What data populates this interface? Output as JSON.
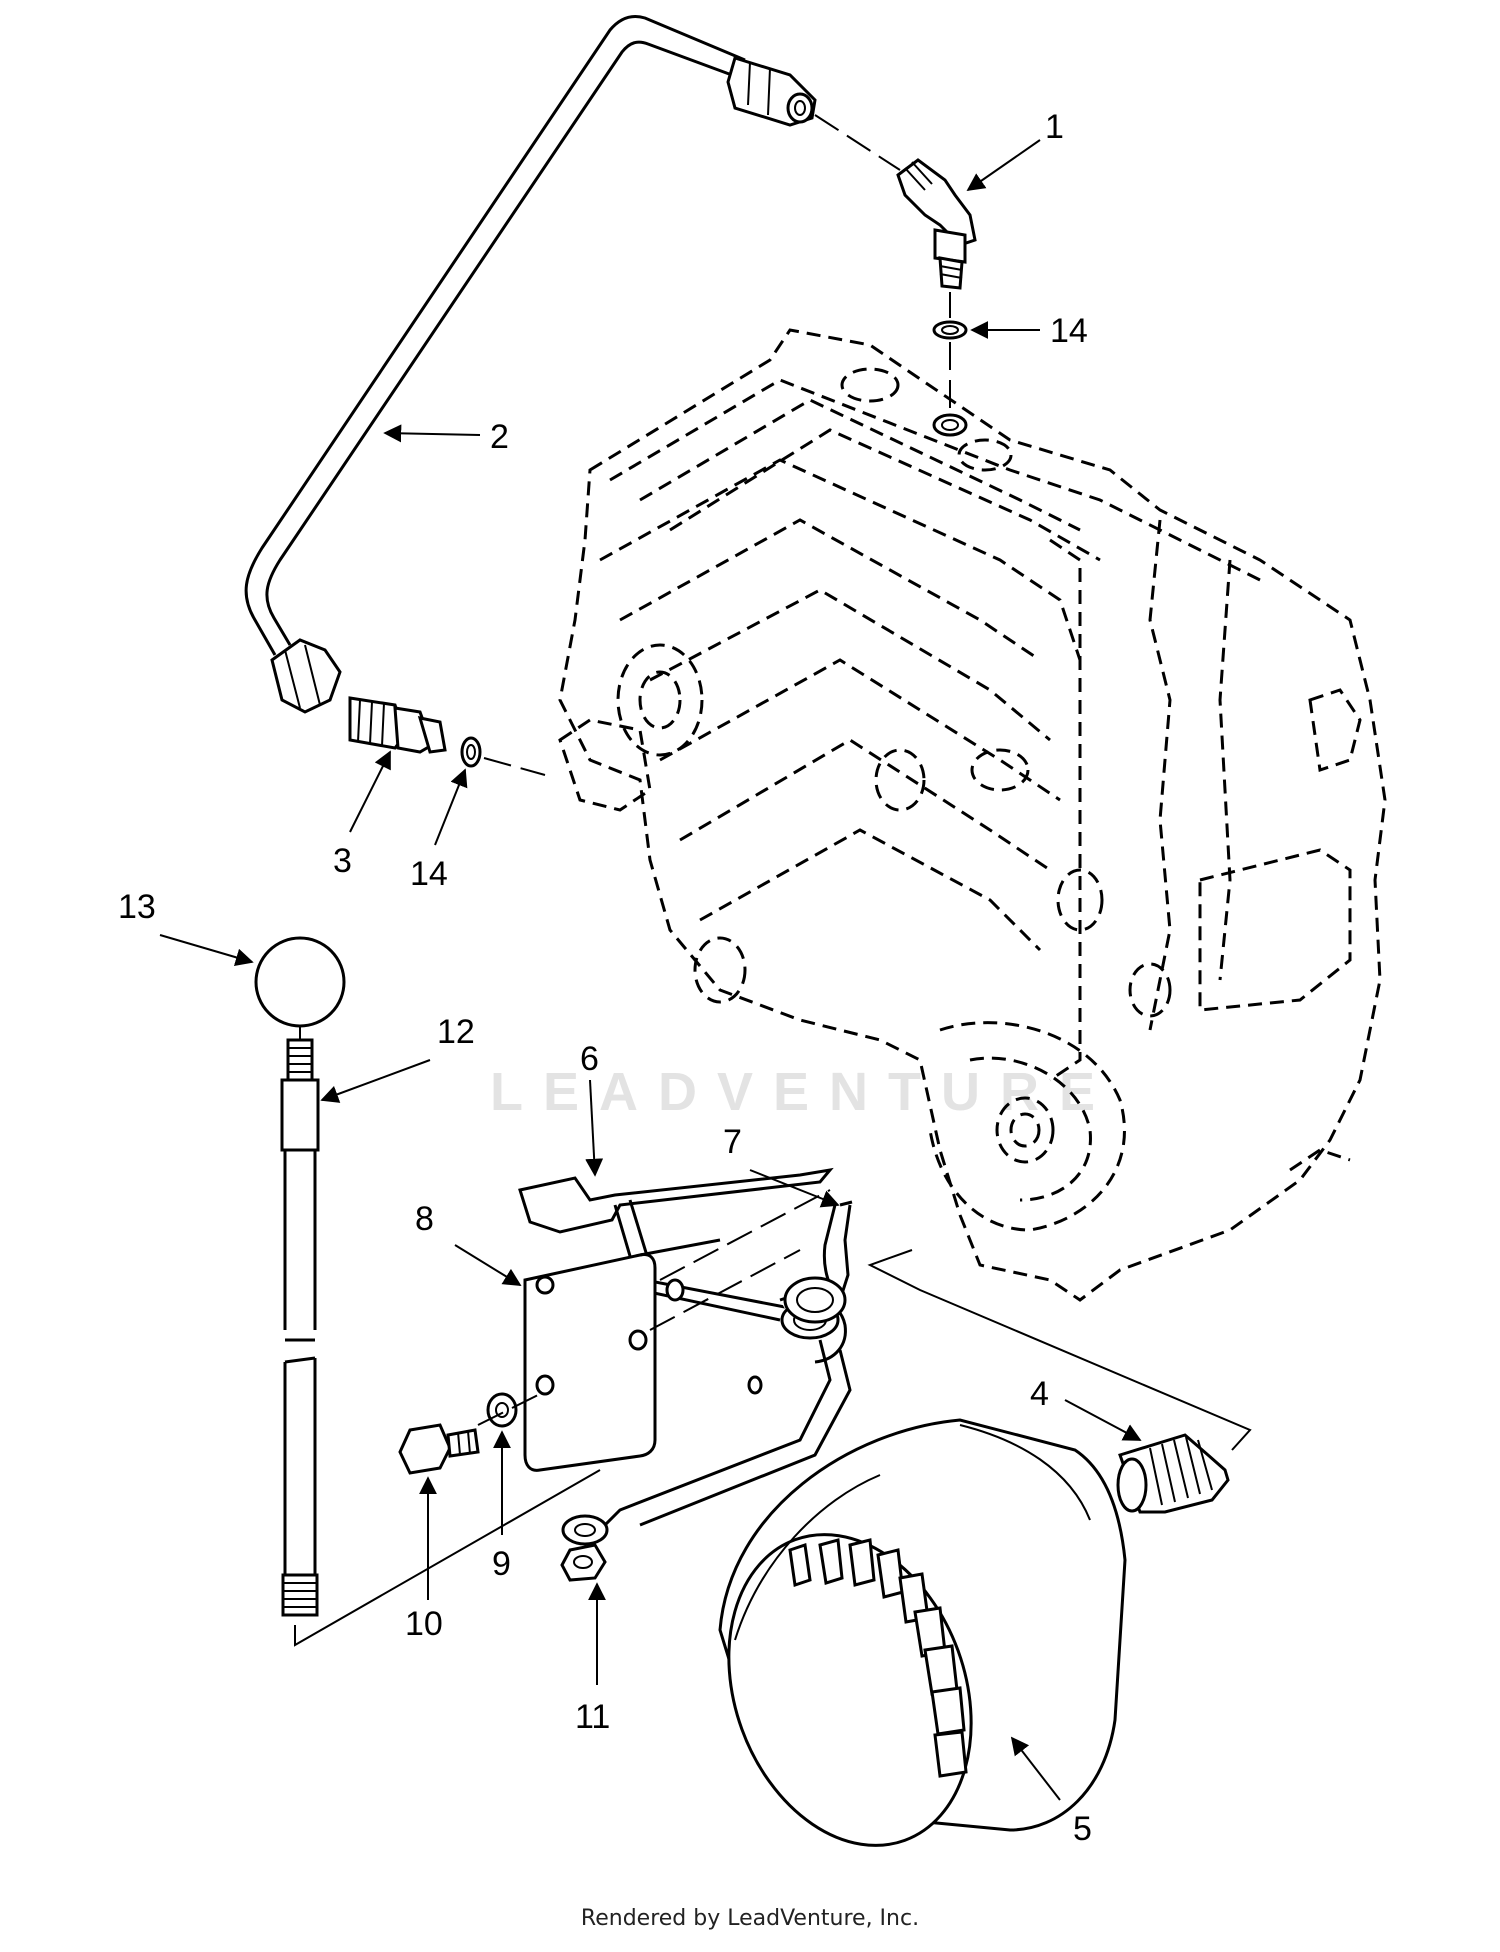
{
  "watermark": "LEADVENTURE",
  "footer": "Rendered by LeadVenture, Inc.",
  "callouts": {
    "c1": "1",
    "c2": "2",
    "c3": "3",
    "c4": "4",
    "c5": "5",
    "c6": "6",
    "c7": "7",
    "c8": "8",
    "c9": "9",
    "c10": "10",
    "c11": "11",
    "c12": "12",
    "c13": "13",
    "c14a": "14",
    "c14b": "14"
  }
}
